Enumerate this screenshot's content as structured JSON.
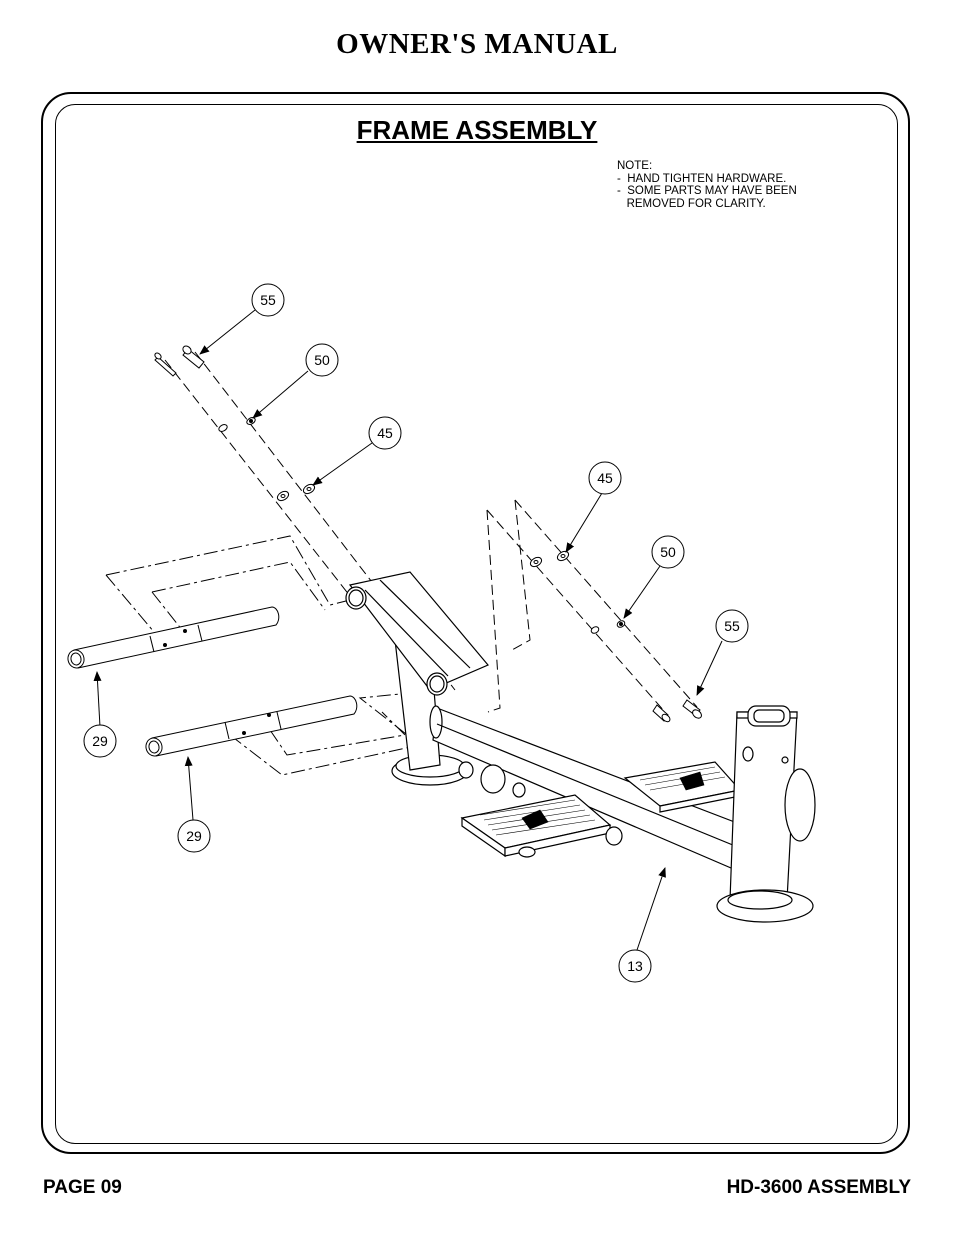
{
  "header": {
    "title": "OWNER'S MANUAL"
  },
  "section": {
    "title": "FRAME ASSEMBLY"
  },
  "note": {
    "heading": "NOTE:",
    "lines": [
      "-  HAND TIGHTEN HARDWARE.",
      "-  SOME PARTS MAY HAVE BEEN",
      "   REMOVED FOR CLARITY."
    ]
  },
  "callouts": {
    "bolt_left": "55",
    "washer_left": "50",
    "spacer_left": "45",
    "spacer_right": "45",
    "washer_right": "50",
    "bolt_right": "55",
    "axle_upper": "29",
    "axle_lower": "29",
    "base_frame": "13"
  },
  "footer": {
    "page": "PAGE 09",
    "model": "HD-3600 ASSEMBLY"
  }
}
